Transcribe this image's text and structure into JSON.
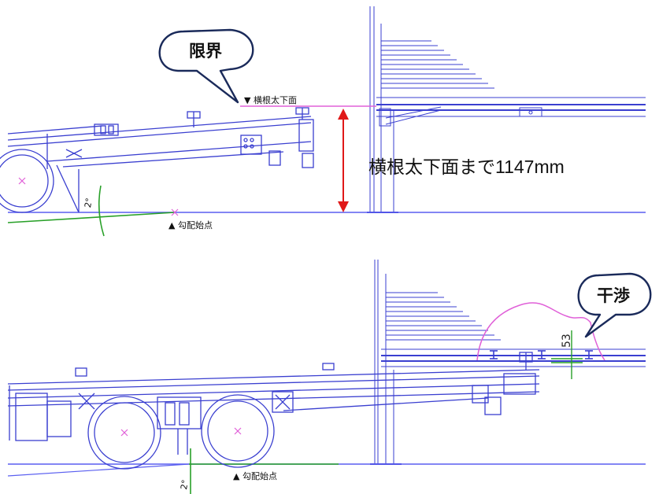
{
  "top": {
    "callout": "限界",
    "limit_label": "▼ 横根太下面",
    "dimension_text": "横根太下面まで1147mm",
    "slope_start": "▲ 勾配始点",
    "angle": "2°"
  },
  "bottom": {
    "callout": "干渉",
    "gap_value": "53",
    "slope_start": "▲ 勾配始点",
    "angle": "2°"
  },
  "colors": {
    "line": "#3a3fd0",
    "ground": "#5a5ff0",
    "limit": "#e060d8",
    "arrow": "#e01818",
    "angle": "#28a028",
    "callout_border": "#1a2a5a"
  }
}
